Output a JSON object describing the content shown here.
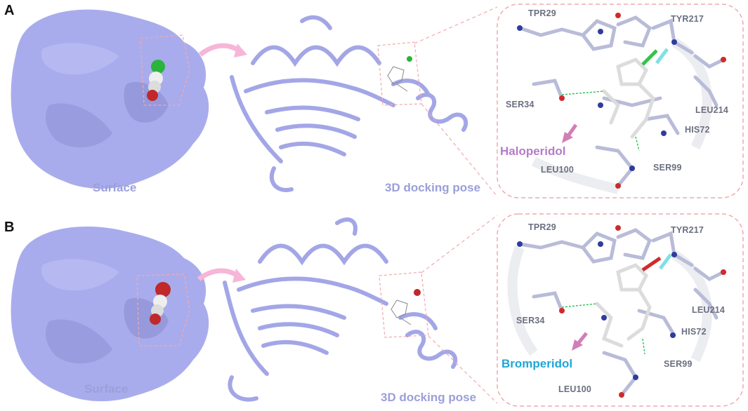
{
  "panels": [
    {
      "letter": "A",
      "surface_label": "Surface",
      "docking_label": "3D docking pose",
      "ligand_name": "Haloperidol",
      "ligand_color": "#b57cc8",
      "ligand_atom_color": "#39c24a",
      "residues": {
        "tpr29": "TPR29",
        "tyr217": "TYR217",
        "ser34": "SER34",
        "leu214": "LEU214",
        "his72": "HIS72",
        "leu100": "LEU100",
        "ser99": "SER99"
      }
    },
    {
      "letter": "B",
      "surface_label": "Surface",
      "docking_label": "3D docking pose",
      "ligand_name": "Bromperidol",
      "ligand_color": "#1ea7d6",
      "ligand_atom_color": "#c0282a",
      "residues": {
        "tpr29": "TPR29",
        "tyr217": "TYR217",
        "ser34": "SER34",
        "leu214": "LEU214",
        "his72": "HIS72",
        "leu100": "LEU100",
        "ser99": "SER99"
      }
    }
  ],
  "colors": {
    "protein": "#a9acec",
    "protein_dark": "#7d80c9",
    "dash": "#f2a9ad",
    "arrow": "#f6b6d8",
    "residue_stick": "#b8bcd8",
    "nitrogen": "#2f3ba0",
    "oxygen": "#cf2b2b"
  }
}
